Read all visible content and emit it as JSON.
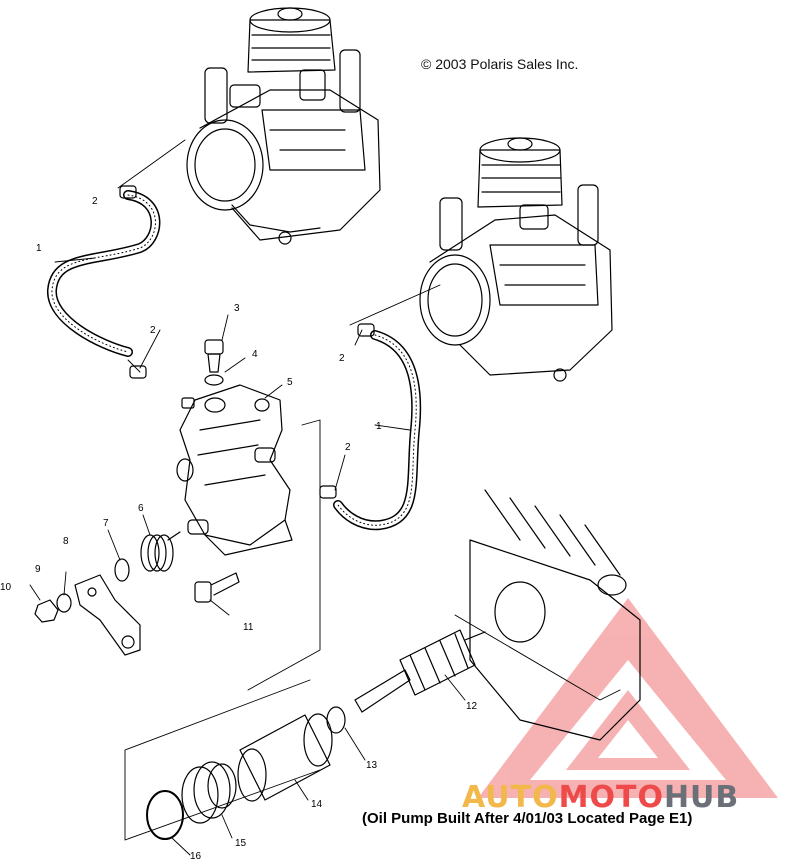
{
  "copyright": "© 2003 Polaris Sales Inc.",
  "caption": "(Oil Pump Built After 4/01/03 Located Page E1)",
  "watermark": {
    "part1": "AUTO",
    "part2": "MOTO",
    "part3": "HUB",
    "colors": {
      "auto": "#f2b84a",
      "moto": "#ee4a4a",
      "hub": "#6a6f78"
    }
  },
  "callouts": [
    "2",
    "1",
    "2",
    "3",
    "4",
    "5",
    "2",
    "2",
    "1",
    "6",
    "7",
    "8",
    "9",
    "10",
    "11",
    "12",
    "13",
    "14",
    "15",
    "16"
  ]
}
